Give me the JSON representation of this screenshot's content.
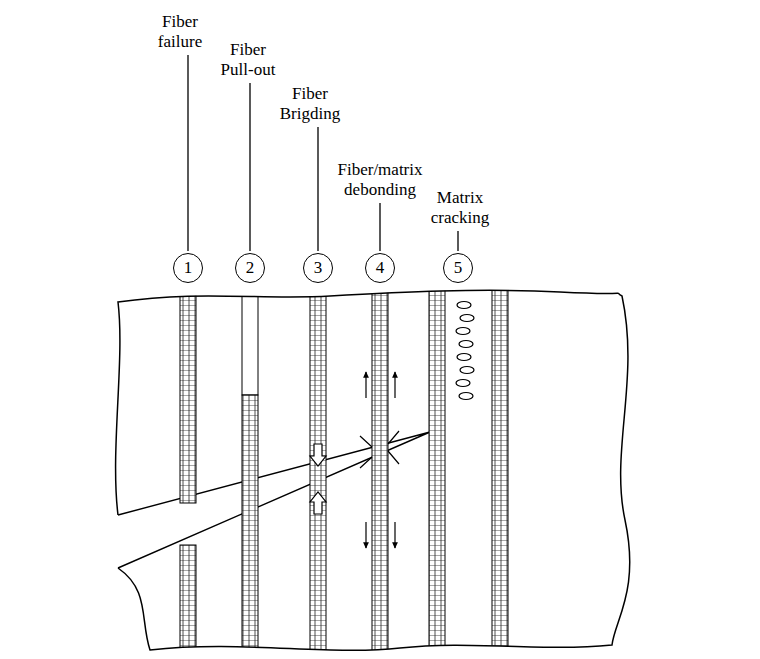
{
  "diagram": {
    "nodes": [
      {
        "text": [
          "1"
        ]
      },
      {
        "text": [
          "2"
        ]
      },
      {
        "text": [
          "3"
        ]
      },
      {
        "text": [
          "4"
        ]
      },
      {
        "text": [
          "5"
        ]
      }
    ],
    "edges": [],
    "labels": [
      "Fiber failure",
      "Fiber Pull-out",
      "Fiber Brigding",
      "Fiber/matrix debonding",
      "Matrix cracking"
    ]
  }
}
